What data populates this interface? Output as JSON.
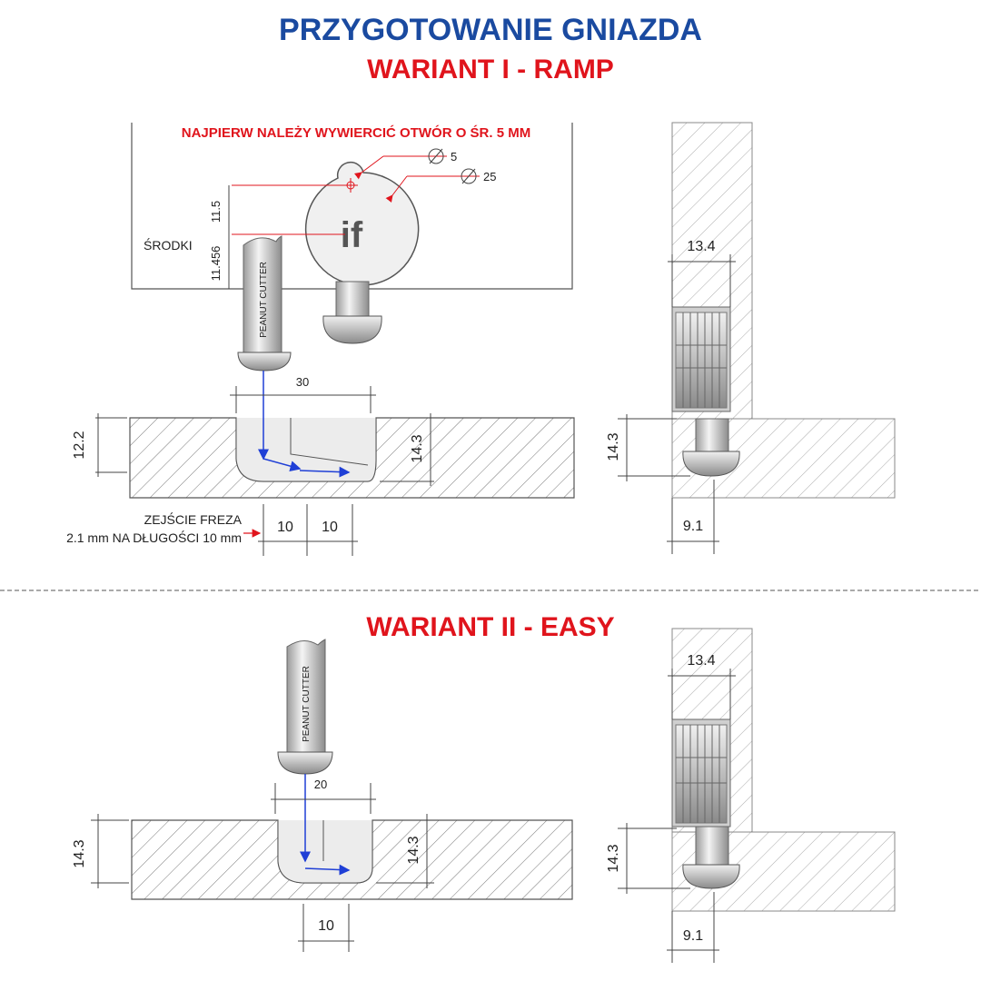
{
  "header": {
    "title": "PRZYGOTOWANIE GNIAZDA",
    "variant1_title": "WARIANT I - RAMP",
    "variant2_title": "WARIANT II - EASY"
  },
  "variant1": {
    "instruction": "NAJPIERW NALEŻY WYWIERCIĆ OTWÓR O ŚR. 5 MM",
    "diameter_small": "5",
    "diameter_large": "25",
    "dim_11_5": "11.5",
    "dim_11_456": "11.456",
    "centers_label": "ŚRODKI",
    "logo_text": "if",
    "cutter_label": "PEANUT CUTTER",
    "dim_30": "30",
    "dim_12_2": "12.2",
    "dim_14_3": "14.3",
    "note_line1": "ZEJŚCIE FREZA",
    "note_line2": "2.1 mm NA DŁUGOŚCI 10 mm",
    "dim_10a": "10",
    "dim_10b": "10",
    "side_dim_13_4": "13.4",
    "side_dim_14_3": "14.3",
    "side_dim_9_1": "9.1"
  },
  "variant2": {
    "cutter_label": "PEANUT CUTTER",
    "dim_20": "20",
    "dim_14_3_left": "14.3",
    "dim_14_3_right": "14.3",
    "dim_10": "10",
    "side_dim_13_4": "13.4",
    "side_dim_14_3": "14.3",
    "side_dim_9_1": "9.1"
  },
  "colors": {
    "title_blue": "#1a4aa0",
    "accent_red": "#e0141c",
    "arrow_blue": "#1f3fd6",
    "line_gray": "#555555"
  }
}
